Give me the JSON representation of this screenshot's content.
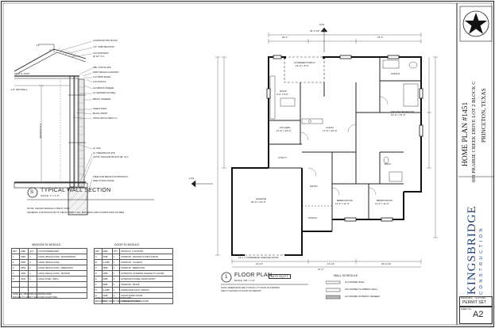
{
  "wall_section": {
    "title": "TYPICAL WALL SECTION",
    "marker": "S",
    "scale": "SCALE: 1\" = 1'-0\"",
    "note": "NOTE: SHOWS DESIGN INTENT ONLY",
    "note2": "GENERAL CONTRACTOR TO FIELD VERIFY ALL MATERIAL AND CONDITIONS AS REQ.",
    "pitch_run": "12",
    "pitch_rise": "6",
    "window_label": "WINDOW R.O.",
    "callouts": [
      "COMPOSITION ROOF",
      "1/2\" OSB DECKING",
      "2x6 RAFTERS",
      "@ 24\" O.C.",
      "DBL TOP PLATE",
      "DRIP EDGE FLASHING",
      "1x3 DRIP EDGE",
      "1x6 FASCIA",
      "2x4 BRICK FRIEZE",
      "2x HEADER AS REQ.",
      "BRICK VENEER",
      "SHEATHING",
      "BLDG WRAP",
      "INSULATION PER C.C.",
      "2x SILL",
      "2x TREATED PLATE",
      "W/7/8\" ANCHOR BOLTS 48\" O.C.",
      "PIER AND BEAM FOUNDATION",
      "PER STRUCTURAL"
    ],
    "left_callouts": [
      "2x CLG JOIST",
      "1/2\" DRYWALL"
    ]
  },
  "window_schedule": {
    "title": "WINDOW SCHEDULE",
    "headers": [
      "KEY",
      "SIZE",
      "QTY",
      "LOCATION/REMARKS"
    ],
    "rows": [
      [
        "1",
        "3050",
        "2",
        "LOW-E SINGLE HUNG - MASTER BATH"
      ],
      [
        "2",
        "3050",
        "3",
        "LOW-E SINGLE HUNG"
      ],
      [
        "3",
        "3050",
        "1",
        "LOW-E SINGLE HUNG - BREAKFAST"
      ],
      [
        "4",
        "3050",
        "2",
        "LOW-E SINGLE HUNG - MASTER"
      ],
      [
        "5",
        "2030",
        "1",
        "LOW-E FIXED - BATH"
      ],
      [
        "",
        "",
        "",
        ""
      ],
      [
        "",
        "",
        "",
        ""
      ],
      [
        "",
        "",
        "",
        ""
      ]
    ],
    "note": "NOTE: ALL WINDOWS AS PER BUILDER",
    "note2": "BUILDER TO VERIFY SIZES AND QUANTITIES"
  },
  "door_schedule": {
    "title": "DOOR SCHEDULE",
    "headers": [
      "KEY",
      "SIZE",
      "QTY",
      "PRODUCT / LOCATION"
    ],
    "rows": [
      [
        "A",
        "2468",
        "1",
        "INTERIOR - MASTER CLOSET & BATH"
      ],
      [
        "B",
        "2-2468",
        "3",
        "INTERIOR - CLOSETS"
      ],
      [
        "C",
        "2868",
        "4",
        "INTERIOR - BEDROOMS"
      ],
      [
        "D",
        "2868",
        "1",
        "EXTERIOR / INTERIOR GARAGE TO HOUSE"
      ],
      [
        "E",
        "3068",
        "1",
        "EXTERIOR 6 PANEL FRONT ENTRY"
      ],
      [
        "F",
        "2668",
        "2",
        "INTERIOR - BATHS"
      ],
      [
        "G",
        "2-2468",
        "1",
        "INTERIOR BI-FOLD / PANTRY"
      ],
      [
        "H",
        "3068",
        "1",
        "FRONT ENTRY DOOR"
      ],
      [
        "I",
        "16x7",
        "1",
        "OVERHEAD GARAGE DOOR"
      ]
    ],
    "note": "NOTE: ALL DOORS AS PER BUILDER",
    "note2": "BUILDER TO VERIFY SIZES AND QUANTITIES"
  },
  "floor_plan": {
    "marker": "1",
    "title": "FLOOR PLAN",
    "scale": "SCALE: 1/8\" = 1'-0\"",
    "area": "1472 SQ.FT.",
    "note": "NOTE: DIMENSIONS ARE TYPICALLY TO FACE OF FRAMING",
    "note2": "AND TO CENTER OF DOOR OR WINDOW",
    "top_dim": "36'-4 1/2\"",
    "top_dim2": "26'-1\"",
    "top_dim3": "15'-4\"",
    "section_ref": "2/A3",
    "section_ref_left": "1/A3",
    "rooms": [
      {
        "name": "COVERED PORCH",
        "sub": "15'-0\" x 8'-0\""
      },
      {
        "name": "NOOK",
        "sub": "9'-0\" x 8'-6\""
      },
      {
        "name": "KITCHEN",
        "sub": "12'-0\" x 10'-6\""
      },
      {
        "name": "LIVING",
        "sub": "17'-5\" x 15'-9\""
      },
      {
        "name": "MASTER BEDROOM",
        "sub": "13'-0\" x 15'-6\""
      },
      {
        "name": "M.BATH",
        "sub": ""
      },
      {
        "name": "UTILITY",
        "sub": ""
      },
      {
        "name": "GARAGE",
        "sub": "20'-0\" x 21'-0\""
      },
      {
        "name": "ENTRY",
        "sub": ""
      },
      {
        "name": "PORCH",
        "sub": ""
      },
      {
        "name": "BEDROOM #2",
        "sub": "11'-0\" x 11'-0\""
      },
      {
        "name": "BEDROOM #3",
        "sub": "11'-0\" x 11'-0\""
      },
      {
        "name": "BATH",
        "sub": ""
      }
    ],
    "garage_door": "16' x 7' OVERHEAD GARAGE DOOR",
    "dims_bottom": [
      "21'-11\"",
      "13'-10\"",
      "20'-6 1/2\""
    ],
    "overall_bottom": "57'-2\""
  },
  "wall_schedule": {
    "title": "WALL SCHEDULE",
    "rows": [
      "2x4 FRAME WALL",
      "2x6 FRAME PLUMBING WALL",
      "2x4 FRAME W/ BRICK VENEER"
    ]
  },
  "title_block": {
    "plan_name": "HOME PLAN #1451",
    "address1": "699 PRAIRIE CREEK DRIVE LOT 2 BLOCK C",
    "address2": "PRINCETON, TEXAS",
    "company": "KINGSBRIDGE",
    "company_sub": "CONSTRUCTION",
    "issue_label": "ISSUE INFO",
    "issue_date": "01-07-2021",
    "set_type": "PERMIT SET",
    "sheet_label": "SHEET NO.",
    "sheet_no": "A2"
  }
}
